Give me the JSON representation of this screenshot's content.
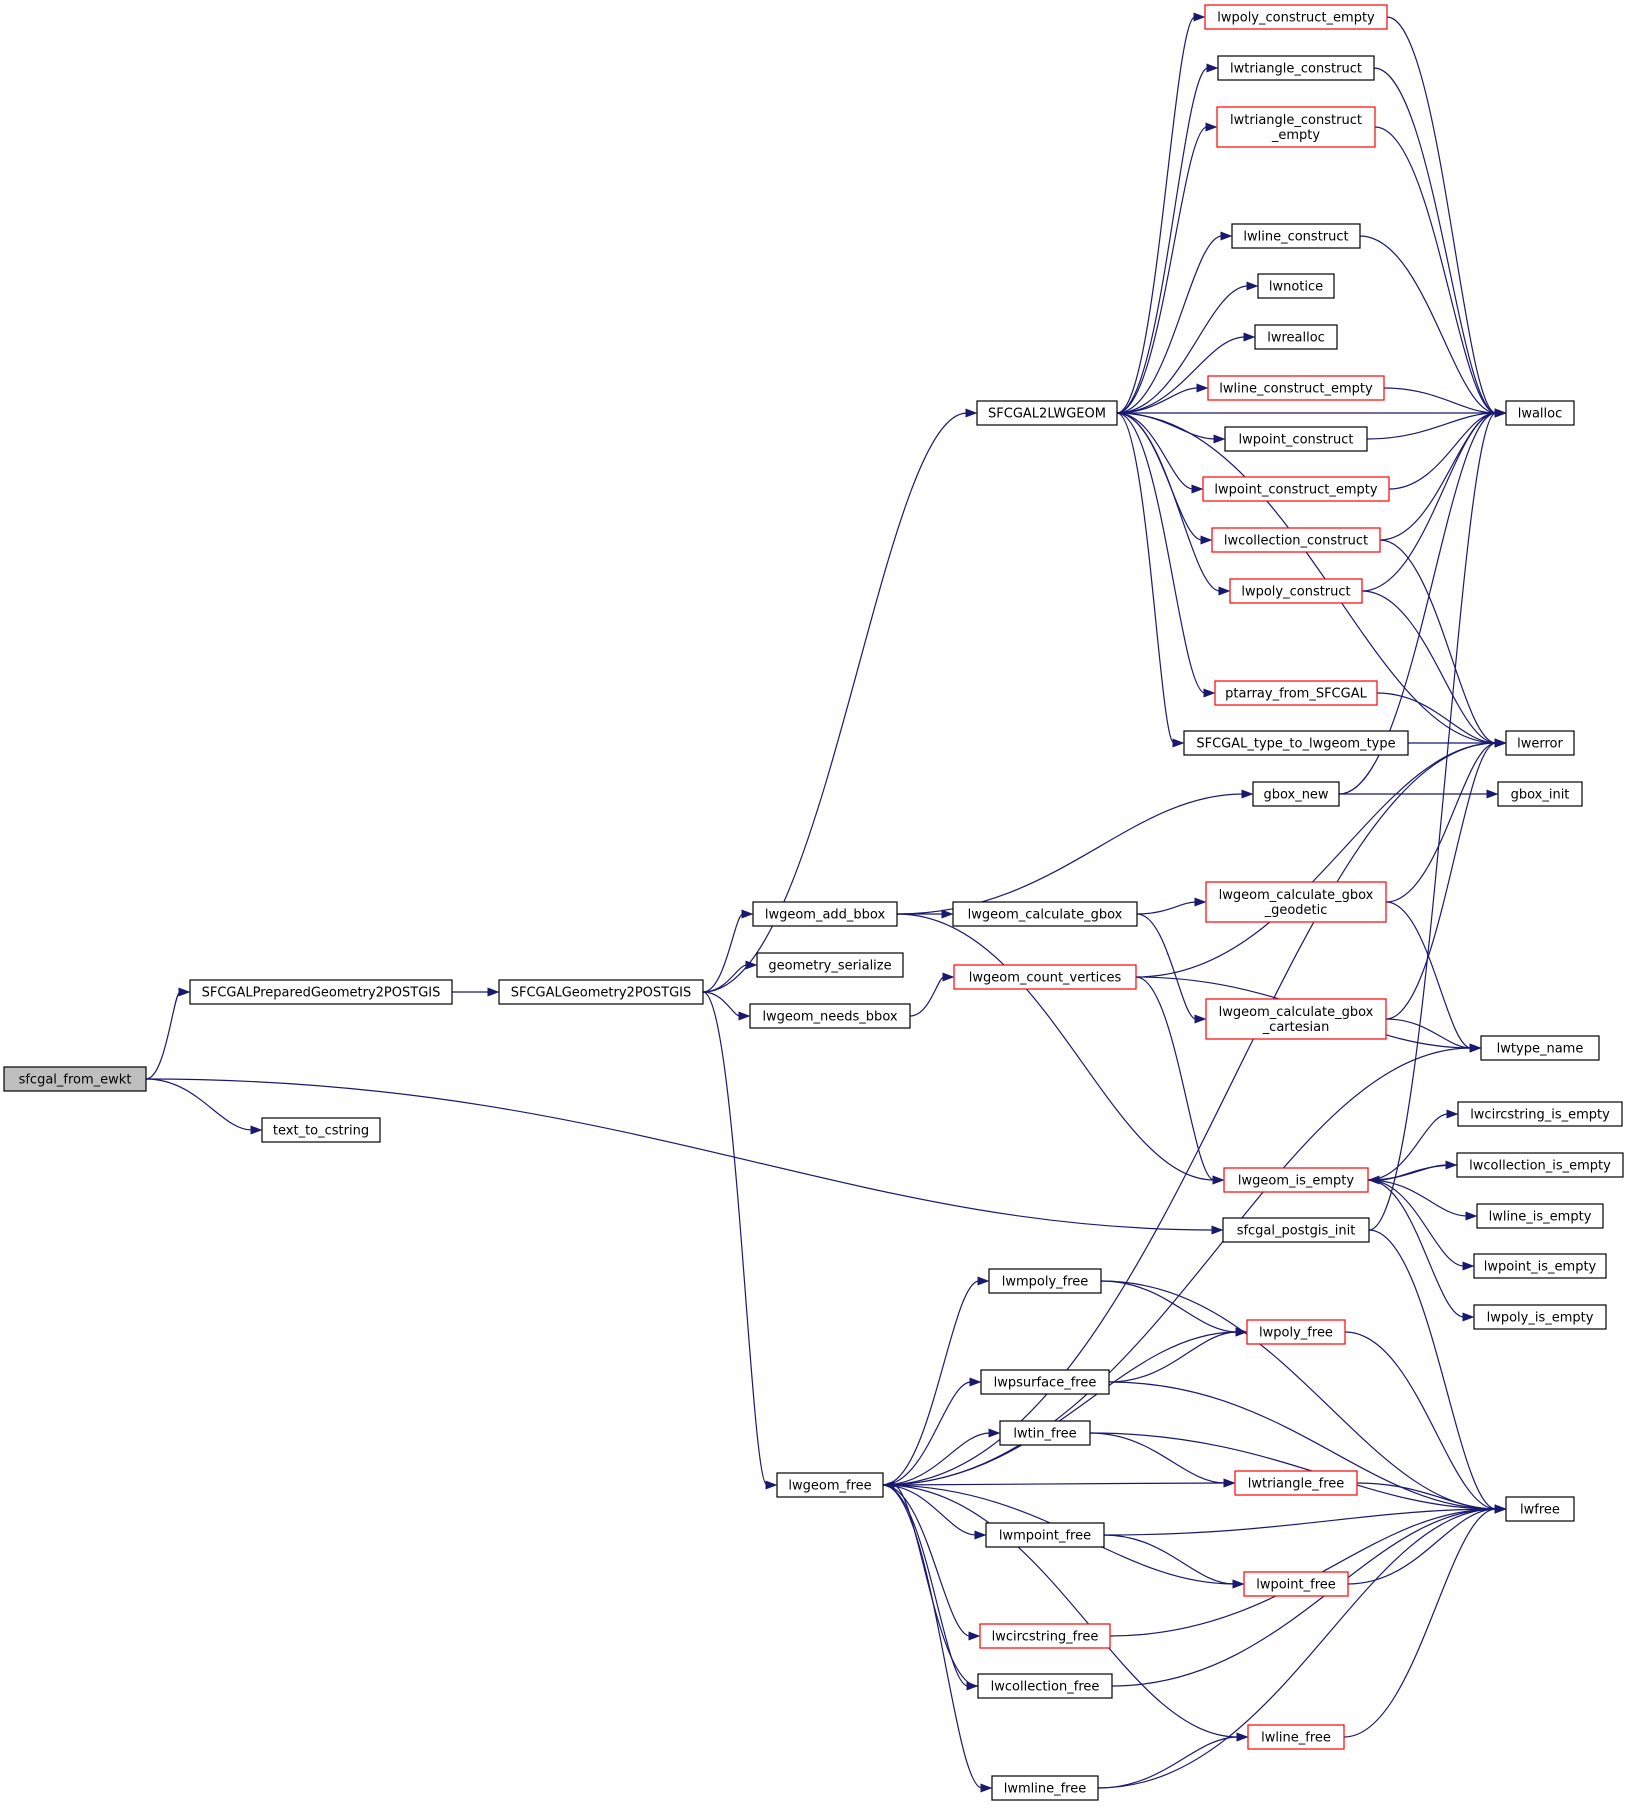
{
  "nodes": {
    "sfcgal_from_ewkt": {
      "label": [
        "sfcgal_from_ewkt"
      ],
      "style": "root"
    },
    "SFCGALPreparedGeometry2POSTGIS": {
      "label": [
        "SFCGALPreparedGeometry2POSTGIS"
      ],
      "style": "normal"
    },
    "text_to_cstring": {
      "label": [
        "text_to_cstring"
      ],
      "style": "normal"
    },
    "SFCGALGeometry2POSTGIS": {
      "label": [
        "SFCGALGeometry2POSTGIS"
      ],
      "style": "normal"
    },
    "SFCGAL2LWGEOM": {
      "label": [
        "SFCGAL2LWGEOM"
      ],
      "style": "normal"
    },
    "lwgeom_add_bbox": {
      "label": [
        "lwgeom_add_bbox"
      ],
      "style": "normal"
    },
    "geometry_serialize": {
      "label": [
        "geometry_serialize"
      ],
      "style": "normal"
    },
    "lwgeom_needs_bbox": {
      "label": [
        "lwgeom_needs_bbox"
      ],
      "style": "normal"
    },
    "lwgeom_free": {
      "label": [
        "lwgeom_free"
      ],
      "style": "normal"
    },
    "lwgeom_calculate_gbox": {
      "label": [
        "lwgeom_calculate_gbox"
      ],
      "style": "normal"
    },
    "lwgeom_count_vertices": {
      "label": [
        "lwgeom_count_vertices"
      ],
      "style": "red"
    },
    "lwmpoly_free": {
      "label": [
        "lwmpoly_free"
      ],
      "style": "normal"
    },
    "lwpsurface_free": {
      "label": [
        "lwpsurface_free"
      ],
      "style": "normal"
    },
    "lwtin_free": {
      "label": [
        "lwtin_free"
      ],
      "style": "normal"
    },
    "lwmpoint_free": {
      "label": [
        "lwmpoint_free"
      ],
      "style": "normal"
    },
    "lwcircstring_free": {
      "label": [
        "lwcircstring_free"
      ],
      "style": "red"
    },
    "lwcollection_free": {
      "label": [
        "lwcollection_free"
      ],
      "style": "normal"
    },
    "lwmline_free": {
      "label": [
        "lwmline_free"
      ],
      "style": "normal"
    },
    "lwpoly_construct_empty": {
      "label": [
        "lwpoly_construct_empty"
      ],
      "style": "red"
    },
    "lwtriangle_construct": {
      "label": [
        "lwtriangle_construct"
      ],
      "style": "normal"
    },
    "lwtriangle_construct_empty": {
      "label": [
        "lwtriangle_construct",
        "_empty"
      ],
      "style": "red"
    },
    "lwline_construct": {
      "label": [
        "lwline_construct"
      ],
      "style": "normal"
    },
    "lwnotice": {
      "label": [
        "lwnotice"
      ],
      "style": "normal"
    },
    "lwrealloc": {
      "label": [
        "lwrealloc"
      ],
      "style": "normal"
    },
    "lwline_construct_empty": {
      "label": [
        "lwline_construct_empty"
      ],
      "style": "red"
    },
    "lwpoint_construct": {
      "label": [
        "lwpoint_construct"
      ],
      "style": "normal"
    },
    "lwpoint_construct_empty": {
      "label": [
        "lwpoint_construct_empty"
      ],
      "style": "red"
    },
    "lwcollection_construct": {
      "label": [
        "lwcollection_construct"
      ],
      "style": "red"
    },
    "lwpoly_construct": {
      "label": [
        "lwpoly_construct"
      ],
      "style": "red"
    },
    "ptarray_from_SFCGAL": {
      "label": [
        "ptarray_from_SFCGAL"
      ],
      "style": "red"
    },
    "SFCGAL_type_to_lwgeom_type": {
      "label": [
        "SFCGAL_type_to_lwgeom_type"
      ],
      "style": "normal"
    },
    "gbox_new": {
      "label": [
        "gbox_new"
      ],
      "style": "normal"
    },
    "lwgeom_calculate_gbox_geodetic": {
      "label": [
        "lwgeom_calculate_gbox",
        "_geodetic"
      ],
      "style": "red"
    },
    "lwgeom_calculate_gbox_cartesian": {
      "label": [
        "lwgeom_calculate_gbox",
        "_cartesian"
      ],
      "style": "red"
    },
    "lwgeom_is_empty": {
      "label": [
        "lwgeom_is_empty"
      ],
      "style": "red"
    },
    "sfcgal_postgis_init": {
      "label": [
        "sfcgal_postgis_init"
      ],
      "style": "normal"
    },
    "lwpoly_free": {
      "label": [
        "lwpoly_free"
      ],
      "style": "red"
    },
    "lwtriangle_free": {
      "label": [
        "lwtriangle_free"
      ],
      "style": "red"
    },
    "lwpoint_free": {
      "label": [
        "lwpoint_free"
      ],
      "style": "red"
    },
    "lwline_free": {
      "label": [
        "lwline_free"
      ],
      "style": "red"
    },
    "lwalloc": {
      "label": [
        "lwalloc"
      ],
      "style": "normal"
    },
    "lwerror": {
      "label": [
        "lwerror"
      ],
      "style": "normal"
    },
    "gbox_init": {
      "label": [
        "gbox_init"
      ],
      "style": "normal"
    },
    "lwtype_name": {
      "label": [
        "lwtype_name"
      ],
      "style": "normal"
    },
    "lwcircstring_is_empty": {
      "label": [
        "lwcircstring_is_empty"
      ],
      "style": "normal"
    },
    "lwcollection_is_empty": {
      "label": [
        "lwcollection_is_empty"
      ],
      "style": "normal"
    },
    "lwline_is_empty": {
      "label": [
        "lwline_is_empty"
      ],
      "style": "normal"
    },
    "lwpoint_is_empty": {
      "label": [
        "lwpoint_is_empty"
      ],
      "style": "normal"
    },
    "lwpoly_is_empty": {
      "label": [
        "lwpoly_is_empty"
      ],
      "style": "normal"
    },
    "lwfree": {
      "label": [
        "lwfree"
      ],
      "style": "normal"
    }
  },
  "edges": [
    [
      "sfcgal_from_ewkt",
      "SFCGALPreparedGeometry2POSTGIS"
    ],
    [
      "sfcgal_from_ewkt",
      "text_to_cstring"
    ],
    [
      "sfcgal_from_ewkt",
      "sfcgal_postgis_init"
    ],
    [
      "SFCGALPreparedGeometry2POSTGIS",
      "SFCGALGeometry2POSTGIS"
    ],
    [
      "SFCGALGeometry2POSTGIS",
      "SFCGAL2LWGEOM"
    ],
    [
      "SFCGALGeometry2POSTGIS",
      "lwgeom_add_bbox"
    ],
    [
      "SFCGALGeometry2POSTGIS",
      "geometry_serialize"
    ],
    [
      "SFCGALGeometry2POSTGIS",
      "lwgeom_needs_bbox"
    ],
    [
      "SFCGALGeometry2POSTGIS",
      "lwgeom_free"
    ],
    [
      "SFCGAL2LWGEOM",
      "lwpoly_construct_empty"
    ],
    [
      "SFCGAL2LWGEOM",
      "lwtriangle_construct"
    ],
    [
      "SFCGAL2LWGEOM",
      "lwtriangle_construct_empty"
    ],
    [
      "SFCGAL2LWGEOM",
      "lwalloc"
    ],
    [
      "SFCGAL2LWGEOM",
      "lwline_construct"
    ],
    [
      "SFCGAL2LWGEOM",
      "lwnotice"
    ],
    [
      "SFCGAL2LWGEOM",
      "lwrealloc"
    ],
    [
      "SFCGAL2LWGEOM",
      "lwline_construct_empty"
    ],
    [
      "SFCGAL2LWGEOM",
      "lwpoint_construct"
    ],
    [
      "SFCGAL2LWGEOM",
      "lwpoint_construct_empty"
    ],
    [
      "SFCGAL2LWGEOM",
      "lwcollection_construct"
    ],
    [
      "SFCGAL2LWGEOM",
      "lwpoly_construct"
    ],
    [
      "SFCGAL2LWGEOM",
      "lwerror"
    ],
    [
      "SFCGAL2LWGEOM",
      "ptarray_from_SFCGAL"
    ],
    [
      "SFCGAL2LWGEOM",
      "SFCGAL_type_to_lwgeom_type"
    ],
    [
      "lwpoly_construct_empty",
      "lwalloc"
    ],
    [
      "lwtriangle_construct",
      "lwalloc"
    ],
    [
      "lwtriangle_construct_empty",
      "lwalloc"
    ],
    [
      "lwline_construct",
      "lwalloc"
    ],
    [
      "lwline_construct_empty",
      "lwalloc"
    ],
    [
      "lwpoint_construct",
      "lwalloc"
    ],
    [
      "lwpoint_construct_empty",
      "lwalloc"
    ],
    [
      "lwcollection_construct",
      "lwalloc"
    ],
    [
      "lwcollection_construct",
      "lwerror"
    ],
    [
      "lwpoly_construct",
      "lwalloc"
    ],
    [
      "lwpoly_construct",
      "lwerror"
    ],
    [
      "ptarray_from_SFCGAL",
      "lwerror"
    ],
    [
      "SFCGAL_type_to_lwgeom_type",
      "lwerror"
    ],
    [
      "lwgeom_add_bbox",
      "gbox_new"
    ],
    [
      "lwgeom_add_bbox",
      "lwgeom_calculate_gbox"
    ],
    [
      "lwgeom_add_bbox",
      "lwgeom_is_empty"
    ],
    [
      "gbox_new",
      "lwalloc"
    ],
    [
      "gbox_new",
      "gbox_init"
    ],
    [
      "lwgeom_calculate_gbox",
      "lwgeom_calculate_gbox_geodetic"
    ],
    [
      "lwgeom_calculate_gbox",
      "lwgeom_calculate_gbox_cartesian"
    ],
    [
      "lwgeom_calculate_gbox_geodetic",
      "lwerror"
    ],
    [
      "lwgeom_calculate_gbox_geodetic",
      "lwtype_name"
    ],
    [
      "lwgeom_calculate_gbox_cartesian",
      "lwerror"
    ],
    [
      "lwgeom_calculate_gbox_cartesian",
      "lwtype_name"
    ],
    [
      "lwgeom_needs_bbox",
      "lwgeom_count_vertices"
    ],
    [
      "lwgeom_count_vertices",
      "lwerror"
    ],
    [
      "lwgeom_count_vertices",
      "lwgeom_is_empty"
    ],
    [
      "lwgeom_count_vertices",
      "lwtype_name"
    ],
    [
      "lwgeom_is_empty",
      "lwcircstring_is_empty"
    ],
    [
      "lwgeom_is_empty",
      "lwcollection_is_empty"
    ],
    [
      "lwgeom_is_empty",
      "lwline_is_empty"
    ],
    [
      "lwgeom_is_empty",
      "lwpoint_is_empty"
    ],
    [
      "lwgeom_is_empty",
      "lwpoly_is_empty"
    ],
    [
      "lwcollection_is_empty",
      "lwgeom_is_empty"
    ],
    [
      "sfcgal_postgis_init",
      "lwalloc"
    ],
    [
      "sfcgal_postgis_init",
      "lwfree"
    ],
    [
      "lwgeom_free",
      "lwerror"
    ],
    [
      "lwgeom_free",
      "lwtype_name"
    ],
    [
      "lwgeom_free",
      "lwmpoly_free"
    ],
    [
      "lwgeom_free",
      "lwpoly_free"
    ],
    [
      "lwgeom_free",
      "lwpsurface_free"
    ],
    [
      "lwgeom_free",
      "lwtin_free"
    ],
    [
      "lwgeom_free",
      "lwtriangle_free"
    ],
    [
      "lwgeom_free",
      "lwmpoint_free"
    ],
    [
      "lwgeom_free",
      "lwpoint_free"
    ],
    [
      "lwgeom_free",
      "lwcircstring_free"
    ],
    [
      "lwgeom_free",
      "lwcollection_free"
    ],
    [
      "lwgeom_free",
      "lwline_free"
    ],
    [
      "lwgeom_free",
      "lwmline_free"
    ],
    [
      "lwcollection_free",
      "lwgeom_free"
    ],
    [
      "lwmpoly_free",
      "lwpoly_free"
    ],
    [
      "lwmpoly_free",
      "lwfree"
    ],
    [
      "lwpsurface_free",
      "lwpoly_free"
    ],
    [
      "lwpsurface_free",
      "lwfree"
    ],
    [
      "lwtin_free",
      "lwtriangle_free"
    ],
    [
      "lwtin_free",
      "lwfree"
    ],
    [
      "lwmpoint_free",
      "lwpoint_free"
    ],
    [
      "lwmpoint_free",
      "lwfree"
    ],
    [
      "lwcircstring_free",
      "lwfree"
    ],
    [
      "lwcollection_free",
      "lwfree"
    ],
    [
      "lwmline_free",
      "lwline_free"
    ],
    [
      "lwmline_free",
      "lwfree"
    ],
    [
      "lwpoly_free",
      "lwfree"
    ],
    [
      "lwtriangle_free",
      "lwfree"
    ],
    [
      "lwpoint_free",
      "lwfree"
    ],
    [
      "lwline_free",
      "lwfree"
    ]
  ]
}
